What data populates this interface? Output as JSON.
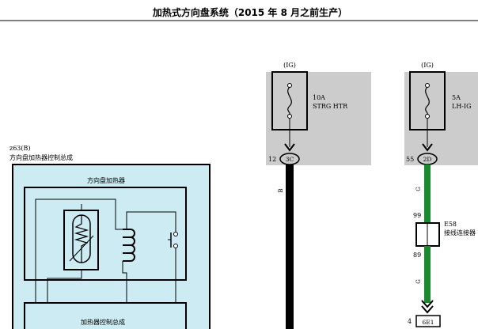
{
  "page": {
    "title": "加热式方向盘系统（2015 年 8 月之前生产）"
  },
  "component": {
    "code": "z63(B)",
    "name": "方向盘加热器控制总成",
    "heater_label": "方向盘加热器",
    "controller_label": "加热器控制总成"
  },
  "fuses": [
    {
      "power": "(IG)",
      "rating": "10A",
      "name": "STRG HTR",
      "pin": "12",
      "connector": "3C",
      "wire_color": "B"
    },
    {
      "power": "(IG)",
      "rating": "5A",
      "name": "LH-IG",
      "pin": "55",
      "connector": "2D",
      "wire_color": "G"
    }
  ],
  "junction": {
    "code": "E58",
    "name": "接线连接器",
    "pin_in": "99",
    "pin_out": "89",
    "wire_color_below": "G",
    "bottom_pin": "4",
    "bottom_connector": "6E1"
  },
  "colors": {
    "fuse_box_bg": "#cccccc",
    "component_bg": "#cdebf2",
    "wire_black": "#000000",
    "wire_green": "#1a8a2e"
  }
}
